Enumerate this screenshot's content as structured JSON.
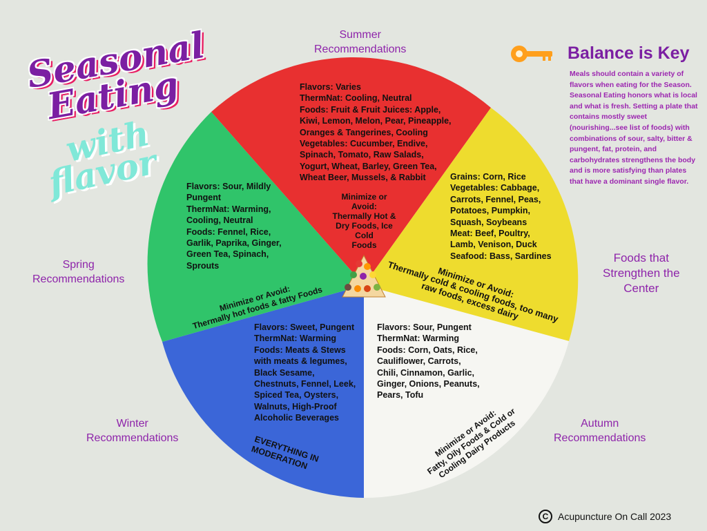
{
  "title": {
    "line1": "Seasonal",
    "line2": "Eating",
    "line3": "with",
    "line4": "flavor"
  },
  "labels": {
    "summer": "Summer\nRecommendations",
    "spring": "Spring\nRecommendations",
    "winter": "Winter\nRecommendations",
    "autumn": "Autumn\nRecommendations",
    "center": "Foods that\nStrengthen the\nCenter"
  },
  "colors": {
    "summer": "#e83030",
    "center": "#eedc2e",
    "autumn": "#f6f6f2",
    "winter": "#3b66d8",
    "spring": "#30c46a",
    "accent": "#8e24aa"
  },
  "summer": {
    "foods": "Flavors: Varies\nThermNat: Cooling, Neutral\nFoods: Fruit & Fruit Juices: Apple,\nKiwi, Lemon, Melon, Pear, Pineapple,\nOranges & Tangerines, Cooling\nVegetables: Cucumber, Endive,\nSpinach, Tomato, Raw Salads,\nYogurt, Wheat, Barley, Green Tea,\nWheat Beer, Mussels, & Rabbit",
    "avoid": "Minimize or\nAvoid:\nThermally Hot &\nDry Foods, Ice\nCold\nFoods"
  },
  "center": {
    "foods": "Grains: Corn, Rice\nVegetables: Cabbage,\nCarrots, Fennel, Peas,\nPotatoes, Pumpkin,\nSquash, Soybeans\nMeat: Beef, Poultry,\nLamb, Venison, Duck\nSeafood: Bass, Sardines",
    "avoid": "Minimize or Avoid:\nThermally cold & cooling foods, too many\nraw foods, excess dairy"
  },
  "autumn": {
    "foods": "Flavors: Sour, Pungent\nThermNat: Warming\nFoods: Corn, Oats, Rice,\nCauliflower, Carrots,\nChili, Cinnamon, Garlic,\nGinger, Onions, Peanuts,\nPears, Tofu",
    "avoid": "Minimize or Avoid:\nFatty, Oily Foods & Cold or\nCooling Dairy Products"
  },
  "winter": {
    "foods": "Flavors: Sweet, Pungent\nThermNat: Warming\nFoods: Meats & Stews\nwith meats & legumes,\nBlack Sesame,\nChestnuts, Fennel, Leek,\nSpiced Tea, Oysters,\nWalnuts, High-Proof\nAlcoholic Beverages",
    "avoid": "EVERYTHING IN\nMODERATION"
  },
  "spring": {
    "foods": "Flavors: Sour, Mildly\nPungent\nThermNat: Warming,\nCooling, Neutral\nFoods: Fennel, Rice,\nGarlik, Paprika, Ginger,\nGreen Tea, Spinach,\nSprouts",
    "avoid": "Minimize or Avoid:\nThermally hot foods & fatty Foods"
  },
  "balance": {
    "icon": "key-icon",
    "title": "Balance is Key",
    "text": "Meals should contain a variety of flavors when eating for the Season. Seasonal Eating honors what is local and what is fresh. Setting a plate that contains mostly sweet (nourishing...see list of foods) with combinations of sour, salty, bitter & pungent, fat, protein, and carbohydrates strengthens the body and is more satisfying than plates that have a dominant single flavor."
  },
  "credit": {
    "symbol": "C",
    "text": "Acupuncture On Call 2023"
  }
}
